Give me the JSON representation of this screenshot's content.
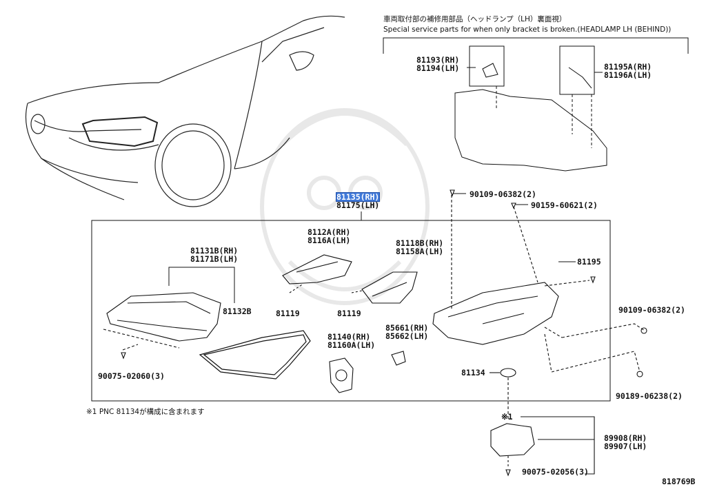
{
  "header": {
    "jp": "車両取付部の補修用部品（ヘッドランプ（LH）裏面視）",
    "en": "Special service parts for when only bracket is broken.(HEADLAMP LH (BEHIND))"
  },
  "parts": {
    "p81193": "81193(RH)",
    "p81194": "81194(LH)",
    "p81195A": "81195A(RH)",
    "p81196A": "81196A(LH)",
    "p81135": "81135(RH)",
    "p81175": "81175(LH)",
    "p90109a": "90109-06382(2)",
    "p90159": "90159-60621(2)",
    "p8112A": "8112A(RH)",
    "p8116A": "8116A(LH)",
    "p81118B": "81118B(RH)",
    "p81158A": "81158A(LH)",
    "p81131B": "81131B(RH)",
    "p81171B": "81171B(LH)",
    "p81132B": "81132B",
    "p81119a": "81119",
    "p81119b": "81119",
    "p81195": "81195",
    "p90109b": "90109-06382(2)",
    "p85661": "85661(RH)",
    "p85662": "85662(LH)",
    "p81140": "81140(RH)",
    "p81160A": "81160A(LH)",
    "p90075a": "90075-02060(3)",
    "p81134": "81134",
    "p90189": "90189-06238(2)",
    "star": "※1",
    "p89908": "89908(RH)",
    "p89907": "89907(LH)",
    "p90075b": "90075-02056(3)"
  },
  "footnote": "※1 PNC 81134が構成に含まれます",
  "diagram_code": "818769B",
  "colors": {
    "highlight": "#3f78d8",
    "line": "#111111",
    "watermark": "#e6e6e6"
  }
}
